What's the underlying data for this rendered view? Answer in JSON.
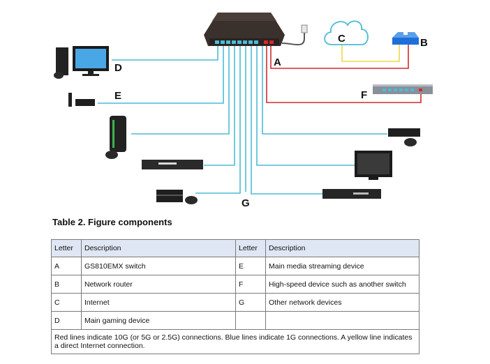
{
  "diagram": {
    "labels": {
      "A": "A",
      "B": "B",
      "C": "C",
      "D": "D",
      "E": "E",
      "F": "F",
      "G": "G"
    },
    "colors": {
      "red": "#d42a2a",
      "blue": "#4bbcd6",
      "yellow": "#f0d64a",
      "switch_body": "#3a302c",
      "router_blue": "#1e6fd9"
    }
  },
  "table": {
    "title": "Table 2. Figure components",
    "headers": [
      "Letter",
      "Description",
      "Letter",
      "Description"
    ],
    "rows": [
      [
        "A",
        "GS810EMX switch",
        "E",
        "Main media streaming device"
      ],
      [
        "B",
        "Network router",
        "F",
        "High-speed device such as another switch"
      ],
      [
        "C",
        "Internet",
        "G",
        "Other network devices"
      ],
      [
        "D",
        "Main gaming device",
        "",
        ""
      ]
    ],
    "note": "Red lines indicate 10G (or 5G or 2.5G) connections. Blue lines indicate 1G connections. A yellow line indicates a direct Internet connection."
  }
}
